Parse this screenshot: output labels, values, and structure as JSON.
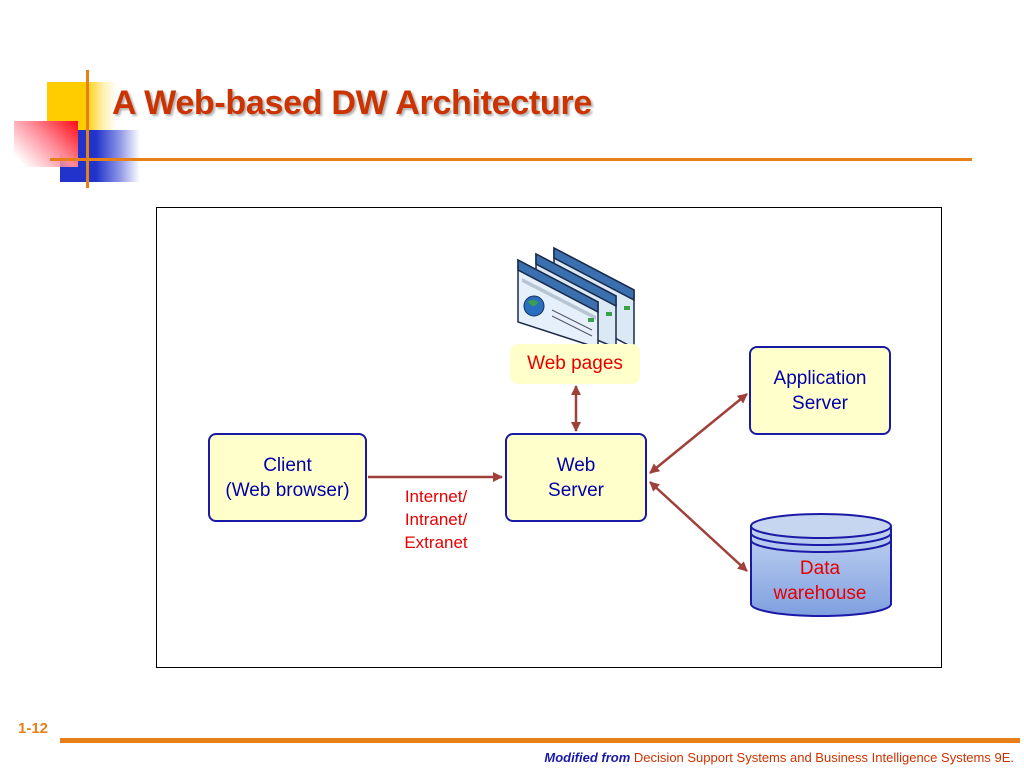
{
  "slide": {
    "title": "A Web-based DW Architecture",
    "slide_number": "1-12",
    "footer_emphasis": "Modified from",
    "footer_text": "Decision Support Systems and Business Intelligence Systems 9E."
  },
  "diagram": {
    "nodes": {
      "client": {
        "line1": "Client",
        "line2": "(Web browser)"
      },
      "web_server": {
        "line1": "Web",
        "line2": "Server"
      },
      "app_server": {
        "line1": "Application",
        "line2": "Server"
      },
      "data_warehouse": {
        "line1": "Data",
        "line2": "warehouse"
      },
      "web_pages": {
        "label": "Web pages",
        "icon": "web-pages-icon"
      }
    },
    "edges": [
      {
        "from": "client",
        "to": "web_server",
        "direction": "one-way",
        "label": [
          "Internet/",
          "Intranet/",
          "Extranet"
        ]
      },
      {
        "from": "web_pages",
        "to": "web_server",
        "direction": "two-way"
      },
      {
        "from": "web_server",
        "to": "app_server",
        "direction": "two-way"
      },
      {
        "from": "web_server",
        "to": "data_warehouse",
        "direction": "two-way"
      }
    ],
    "colors": {
      "box_fill": "#ffffcc",
      "box_border": "#1a1aa6",
      "arrow": "#a0403a",
      "label_red": "#e60000",
      "accent_orange": "#e8801a",
      "title_red": "#cc3300"
    }
  }
}
